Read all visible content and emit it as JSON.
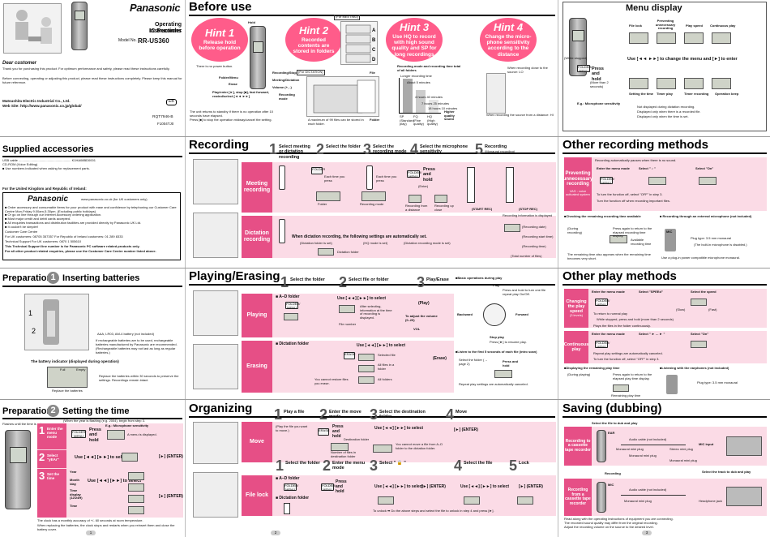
{
  "cover": {
    "brand": "Panasonic",
    "title1": "Operating Instructions",
    "title2": "IC Recorder",
    "model_label": "Model No.",
    "model": "RR-US360",
    "dear": "Dear customer",
    "thanks": "Thank you for purchasing this product. For optimum performance and safety, please read these instructions carefully.",
    "before": "Before connecting, operating or adjusting this product, please read these instructions completely. Please keep this manual for future reference.",
    "company": "Matsushita Electric Industrial Co., Ltd.",
    "web": "Web Site: http://www.panasonic.co.jp/global/",
    "lang": "EB",
    "code1": "RQT7946-B",
    "code2": "F1004TJ0"
  },
  "supplied": {
    "title": "Supplied accessories",
    "items": [
      "USB cable .......................................................... K1HA08BD0001",
      "CD-ROM (Voice Editing)",
      "■ Use numbers indicated when asking for replacement parts."
    ],
    "uk_heading": "For the United Kingdom and Republic of Ireland:",
    "uk_brand": "Panasonic",
    "uk_site": "www.panasonic.co.uk (for UK customers only)",
    "uk_lines": [
      "■ Order accessory and consumable items for your product with ease and confidence by telephoning our Customer Care Centre Mon-Friday 9.00am-5.30pm. (Excluding public holidays)",
      "■ Or go on line through our Internet Accessory ordering application.",
      "■ Most major credit and debit cards accepted.",
      "■ All enquiries transactions and distribution facilities are provided directly by Panasonic UK Ltd.",
      "■ It couldn't be simpler!"
    ],
    "uk_care": "Customer Care Centre",
    "uk_phone": "For UK customers: 08705 357357     For Republic of Ireland customers: 01 289 8333",
    "uk_tech": "Technical Support    For UK customers: 0870 1 505610",
    "uk_support": "This Technical Support line number is for Panasonic PC software related products only.",
    "uk_other": "For all other product related enquiries, please use the Customer Care Centre number listed above."
  },
  "batteries": {
    "prep": "Preparation",
    "num": "1",
    "title": "Inserting batteries",
    "battery_type": "AAA, LR03, AM-4 battery (not included)",
    "note1": "If rechargeable batteries are to be used, rechargeable batteries manufactured by Panasonic are recommended.",
    "note2": "(Rechargeable batteries may not last as long as regular batteries.)",
    "indicator": "The battery indicator (displayed during operation)",
    "full": "Full",
    "empty": "Empty",
    "replace": "Replace the batteries",
    "replace_note": "Replace the batteries within 30 seconds to preserve the settings. Recordings remain intact."
  },
  "clock": {
    "prep": "Preparation",
    "num": "2",
    "title": "Setting the time",
    "sub": "(When the year is flashing (e.g. 2004), begin from step 3.",
    "flash": "Flashes until the time is set",
    "steps": [
      {
        "n": "1",
        "label": "Enter the menu mode",
        "text": "Press and hold",
        "sens": "E.g.: Microphone sensitivity",
        "note": "A menu is displayed."
      },
      {
        "n": "2",
        "label": "Select \"yEAr\"",
        "text": "Use [◄◄] [►►] to select",
        "enter": "[►] (ENTER)"
      },
      {
        "n": "3",
        "label": "Set the time",
        "rows": [
          "Year",
          "Month /day",
          "Time display (12/24H)",
          "Time"
        ],
        "text": "Use [◄◄] [►►] to select",
        "enter": "[►] (ENTER)"
      }
    ],
    "footer": "The clock has a monthly accuracy of +/- 60 seconds at room temperature.",
    "footer2": "When replacing the batteries, the clock stops and restarts when you reinsert them and close the battery cover.",
    "page": "1"
  },
  "before_use": {
    "title": "Before use",
    "hints": [
      {
        "label": "Hint 1",
        "text": "Release hold before operation"
      },
      {
        "label": "Hint 2",
        "text": "Recorded contents are stored in folders"
      },
      {
        "label": "Hint 3",
        "text": "Use HQ to record with high sound quality and SP for long recordings"
      },
      {
        "label": "Hint 4",
        "text": "Change the micro-phone sensitivity according to the distance"
      }
    ],
    "callouts": [
      "Hold",
      "Folder/Menu",
      "Erase",
      "Recording/Stop",
      "Meeting/Dictation",
      "Volume (+, -)",
      "Recording mode"
    ],
    "playstop": "Play/enter [►], stop [■], fast forward, rewind/select [◄◄ ►►]",
    "power_note": "There is no power button.",
    "hold_notes": [
      "The unit returns to standby if there is no operation after 10 seconds have elapsed.",
      "Press [■] to stop the operation midway/cancel the setting."
    ],
    "for_meeting": "(For MEETING)",
    "for_dictation": "(For DICTATION)",
    "file": "File",
    "folder": "Folder",
    "max_files": "A maximum of 99 files can be stored in each folder.",
    "rec_time_head": "Recording mode and recording time total of all folders",
    "longer": "Longer recording time",
    "times": [
      "About 5 minutes",
      "4 hours 40 minutes",
      "7 hours 25 minutes",
      "18 hours 10 minutes"
    ],
    "modes": [
      "SP (Standard play)",
      "FQ (Fine quality)",
      "HQ (High quality)"
    ],
    "higher": "Higher quality sound",
    "close": "When recording close to the source: LO",
    "far": "When recording the source from a distance: HI"
  },
  "recording": {
    "title": "Recording",
    "steps": [
      {
        "n": "1",
        "t": "Select meeting or dictation recording"
      },
      {
        "n": "2",
        "t": "Select the folder"
      },
      {
        "n": "3",
        "t": "Select the recording mode"
      },
      {
        "n": "4",
        "t": "Select the microphone sensitivity"
      },
      {
        "n": "5",
        "t": "Recording",
        "sub": "(Monaural recording)"
      }
    ],
    "meeting": "Meeting recording",
    "dictation": "Dictation recording",
    "each_time": "Each time you press",
    "folder": "Folder",
    "rec_mode": "Recording mode",
    "press_hold": "Press and hold",
    "enter": "(Enter)",
    "from_dir": "Recording from a distance",
    "up_close": "Recording up close",
    "start": "(START REC)",
    "stop": "(STOP REC)",
    "info": "Recording information is displayed",
    "info_list": [
      "(Recording date)",
      "(Recording start time)",
      "(Recording time)",
      "(Total number of files)"
    ],
    "dict_note": "When dictation recording, the following settings are automatically set.",
    "dict_list": [
      "(Dictation folder is set)",
      "(HQ mode is set)",
      "(Dictation recording mode is set)"
    ],
    "dict_folder": "Dictation folder"
  },
  "playing": {
    "title": "Playing/Erasing",
    "steps": [
      {
        "n": "1",
        "t": "Select the folder"
      },
      {
        "n": "2",
        "t": "Select file or folder"
      },
      {
        "n": "3",
        "t": "Play/Erase"
      }
    ],
    "playing": "Playing",
    "erasing": "Erasing",
    "a_d": "■ A–D folder",
    "dict": "■ Dictation folder",
    "use_select": "Use [◄◄] [►►] to select",
    "play": "(Play)",
    "erase": "(Erase)",
    "file_number": "File number",
    "after_select": "After selecting, information at the time of recording is displayed.",
    "adjust": "To adjust the volume (0–20)",
    "vol": "VOL",
    "sel_file": "Selected file",
    "all_files": "All files in a folder",
    "all_folders": "All folders",
    "cannot_restore": "You cannot restore files you erase.",
    "basic_head": "■Basic operations during play",
    "play_lbl": "Play",
    "play_note": "Press and hold to turn one file repeat play On/Off.",
    "backward": "Backward",
    "forward": "Forward",
    "stop_play": "Stop play",
    "resume": "Press [►] to resume play.",
    "intro_head": "■Listen to the first 5 seconds of each file (intro scan)",
    "intro_steps": [
      "Select the folder (→ page 2)",
      "Press and hold"
    ],
    "intro_note": "Repeat play settings are automatically canceled."
  },
  "organizing": {
    "title": "Organizing",
    "move_steps": [
      {
        "n": "1",
        "t": "Play a file"
      },
      {
        "n": "2",
        "t": "Enter the move mode"
      },
      {
        "n": "3",
        "t": "Select the destination folder"
      },
      {
        "n": "4",
        "t": "Move"
      }
    ],
    "move": "Move",
    "move_note": "(Play the file you want to move.)",
    "dest": "Destination folder",
    "num_files": "Number of files in destination folder",
    "cannot_move": "You cannot move a file from A–D folder to the dictation folder.",
    "lock_steps": [
      {
        "n": "1",
        "t": "Select the folder"
      },
      {
        "n": "2",
        "t": "Enter the menu mode"
      },
      {
        "n": "3",
        "t": "Select \" 🔒 \""
      },
      {
        "n": "4",
        "t": "Select the file"
      },
      {
        "n": "5",
        "t": "Lock"
      }
    ],
    "file_lock": "File lock",
    "unlock": "To unlock ➡ Do the above steps and select the file to unlock in step 4 and press [►].",
    "page": "2"
  },
  "menu": {
    "title": "Menu display",
    "labels": [
      "File lock",
      "Preventing unnecessary recording",
      "Play speed",
      "Continuous play"
    ],
    "white": "(White stopped)",
    "use_change": "Use [◄◄ ►►] to change the menu and [►] to enter",
    "press_hold": "Press and hold",
    "more": "(More than 2 seconds)",
    "bottom": [
      "Setting the time",
      "Timer play",
      "Timer recording",
      "Operation beep"
    ],
    "eg": "E.g.: Microphone sensitivity",
    "notes": [
      "Not displayed during dictation recording.",
      "Displayed only when there is a recorded file.",
      "Displayed only when the time is set."
    ]
  },
  "other_rec": {
    "title": "Other recording methods",
    "preventing": "Preventing unnecessary recording",
    "vas": "VAS : voice activated system",
    "auto_pause": "Recording automatically pauses when there is no sound.",
    "step1": "Enter the menu mode",
    "step2": "Select \" ♪ \"",
    "step3": "Select \"On\"",
    "off_note": "To turn the function off, select \"OFF\" in step 3.",
    "turn_off": "Turn the function off when recording important files.",
    "check_head": "■Checking the remaining recording time available",
    "during": "(During recording)",
    "return": "Press again to return to the elapsed recording time display.",
    "available": "Available recording time",
    "also": "The remaining time also appears when the remaining time becomes very short.",
    "ext_head": "■ Recording through an external microphone (not included)",
    "mic": "MIC",
    "plug": "Plug type: 3.5 mm monaural",
    "builtin": "(The built-in microphone is disabled.)",
    "plugin": "Use a plug-in power compatible microphone monaural."
  },
  "other_play": {
    "title": "Other play methods",
    "changing": "Changing the play speed",
    "speeds": "(3 levels)",
    "step1": "Enter the menu mode",
    "step2": "Select \"SPEEd\"",
    "step3": "Select the speed",
    "slow": "(Slow)",
    "fast": "(Fast)",
    "normal": "To return to normal play",
    "while": "While stopped, press and hold (more than 2 seconds)",
    "plays": "Plays the files in the folder continuously.",
    "continuous": "Continuous play",
    "cstep2": "Select \" ► ... ► \"",
    "cstep3": "Select \"On\"",
    "cnote1": "Repeat play settings are automatically canceled.",
    "cnote2": "To turn the function off, select \"OFF\" in step 3.",
    "remain_head": "■Displaying the remaining play time",
    "during": "(During playing)",
    "return": "Press again to return to the elapsed play time display.",
    "remain": "Remaining play time",
    "ear_head": "■Listening with the earphones (not included)",
    "plug": "Plug type: 3.5 mm monaural"
  },
  "saving": {
    "title": "Saving (dubbing)",
    "select": "Select the file to dub and play",
    "recording": "Recording",
    "to_tape": "Recording to a cassette tape recorder",
    "from_tape": "Recording from a cassette tape recorder",
    "cables": [
      "Audio cable (not included)",
      "Monaural mini plug",
      "Stereo mini plug",
      "Monaural mini plug",
      "Monaural mini plug"
    ],
    "ear": "EAR",
    "mic": "MIC",
    "input": "MIC input",
    "select_track": "Select the track to dub and play",
    "headphone": "Headphone jack",
    "notes": [
      "Read along with the operating instructions of equipment you are connecting.",
      "The recorded sound quality may differ from the original recording.",
      "Adjust the recording volume on the source to the desired level."
    ],
    "page": "3"
  }
}
